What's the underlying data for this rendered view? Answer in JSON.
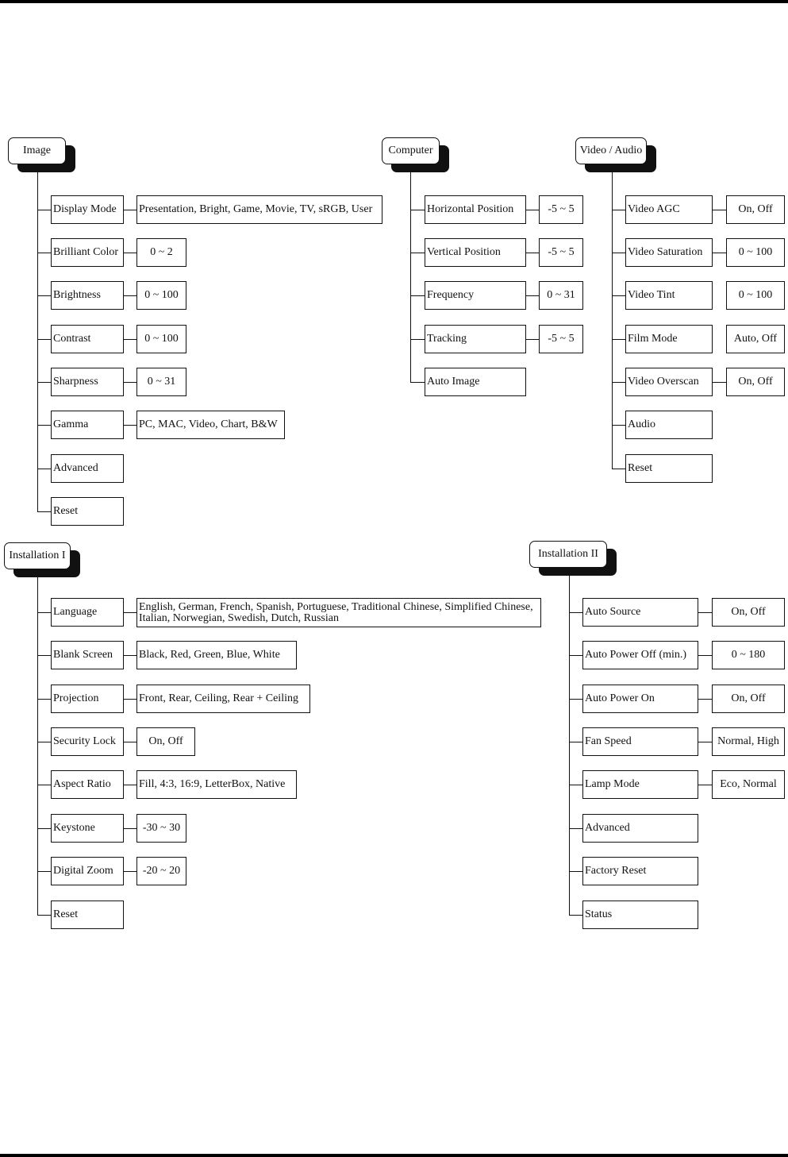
{
  "menus": {
    "image": {
      "title": "Image",
      "items": [
        {
          "label": "Display Mode",
          "value": "Presentation, Bright, Game, Movie, TV, sRGB, User"
        },
        {
          "label": "Brilliant Color",
          "value": "0 ~ 2"
        },
        {
          "label": "Brightness",
          "value": "0 ~ 100"
        },
        {
          "label": "Contrast",
          "value": "0 ~ 100"
        },
        {
          "label": "Sharpness",
          "value": "0 ~ 31"
        },
        {
          "label": "Gamma",
          "value": "PC, MAC, Video, Chart, B&W"
        },
        {
          "label": "Advanced"
        },
        {
          "label": "Reset"
        }
      ]
    },
    "computer": {
      "title": "Computer",
      "items": [
        {
          "label": "Horizontal Position",
          "value": "-5 ~ 5"
        },
        {
          "label": "Vertical Position",
          "value": "-5 ~ 5"
        },
        {
          "label": "Frequency",
          "value": "0 ~ 31"
        },
        {
          "label": "Tracking",
          "value": "-5 ~ 5"
        },
        {
          "label": "Auto Image"
        }
      ]
    },
    "video_audio": {
      "title": "Video / Audio",
      "items": [
        {
          "label": "Video AGC",
          "value": "On, Off"
        },
        {
          "label": "Video Saturation",
          "value": "0 ~ 100"
        },
        {
          "label": "Video Tint",
          "value": "0 ~ 100"
        },
        {
          "label": "Film Mode",
          "value": "Auto, Off"
        },
        {
          "label": "Video Overscan",
          "value": "On, Off"
        },
        {
          "label": "Audio"
        },
        {
          "label": "Reset"
        }
      ]
    },
    "installation1": {
      "title": "Installation I",
      "items": [
        {
          "label": "Language",
          "value": "English, German, French, Spanish, Portuguese, Traditional Chinese, Simplified Chinese, Italian, Norwegian, Swedish, Dutch, Russian"
        },
        {
          "label": "Blank Screen",
          "value": "Black, Red, Green, Blue, White"
        },
        {
          "label": "Projection",
          "value": "Front, Rear, Ceiling, Rear + Ceiling"
        },
        {
          "label": "Security Lock",
          "value": "On, Off"
        },
        {
          "label": "Aspect Ratio",
          "value": "Fill, 4:3, 16:9, LetterBox, Native"
        },
        {
          "label": "Keystone",
          "value": "-30 ~ 30"
        },
        {
          "label": "Digital Zoom",
          "value": "-20 ~ 20"
        },
        {
          "label": "Reset"
        }
      ]
    },
    "installation2": {
      "title": "Installation II",
      "items": [
        {
          "label": "Auto Source",
          "value": "On, Off"
        },
        {
          "label": "Auto Power Off (min.)",
          "value": "0 ~ 180"
        },
        {
          "label": "Auto Power On",
          "value": "On, Off"
        },
        {
          "label": "Fan Speed",
          "value": "Normal, High"
        },
        {
          "label": "Lamp Mode",
          "value": "Eco, Normal"
        },
        {
          "label": "Advanced"
        },
        {
          "label": "Factory Reset"
        },
        {
          "label": "Status"
        }
      ]
    }
  }
}
